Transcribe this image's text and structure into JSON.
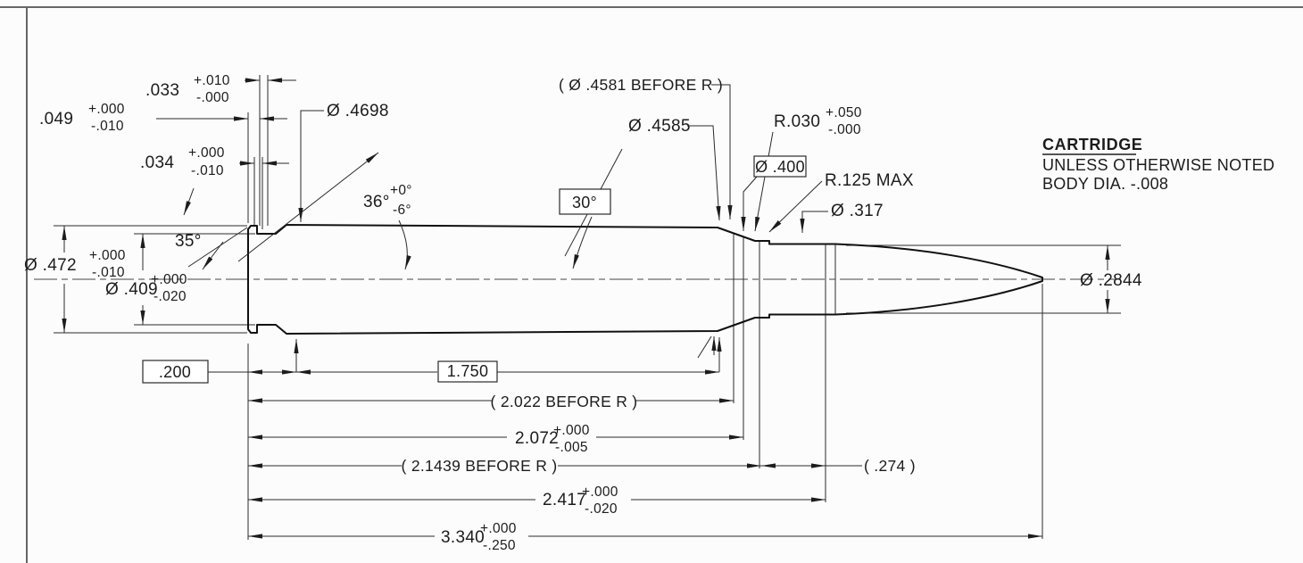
{
  "title_block": {
    "title": "CARTRIDGE",
    "note1": "UNLESS OTHERWISE NOTED",
    "note2": "BODY DIA. -.008"
  },
  "dims": {
    "rim_thickness": {
      "main": ".033",
      "plus": "+.010",
      "minus": "-.000"
    },
    "head_to_groove": {
      "main": ".049",
      "plus": "+.000",
      "minus": "-.010"
    },
    "groove_width": {
      "main": ".034",
      "plus": "+.000",
      "minus": "-.010"
    },
    "body_dia": {
      "main": "Ø .4698"
    },
    "shoulder_dia_before_r": {
      "main": "( Ø .4581 BEFORE R )"
    },
    "shoulder_dia": {
      "main": "Ø .4585"
    },
    "neck_radius": {
      "main": "R.030",
      "plus": "+.050",
      "minus": "-.000"
    },
    "datum_dia": {
      "main": "Ø .400"
    },
    "mouth_radius_max": {
      "main": "R.125 MAX"
    },
    "neck_dia": {
      "main": "Ø .317"
    },
    "bevel_angle": {
      "main": "36°",
      "plus": "+0°",
      "minus": "-6°"
    },
    "shoulder_angle": {
      "main": "30°"
    },
    "extractor_angle": {
      "main": "35°"
    },
    "rim_dia": {
      "main": "Ø .472",
      "plus": "+.000",
      "minus": "-.010"
    },
    "groove_dia": {
      "main": "Ø .409",
      "plus": "+.000",
      "minus": "-.020"
    },
    "bullet_dia": {
      "main": "Ø .2844"
    },
    "head_len": {
      "main": ".200"
    },
    "body_len": {
      "main": "1.750"
    },
    "len_before_r": {
      "main": "( 2.022 BEFORE R )"
    },
    "case_len": {
      "main": "2.072",
      "plus": "+.000",
      "minus": "-.005"
    },
    "len_before_r2": {
      "main": "( 2.1439 BEFORE R )"
    },
    "neck_len_ref": {
      "main": "( .274 )"
    },
    "len_to_cyl": {
      "main": "2.417",
      "plus": "+.000",
      "minus": "-.020"
    },
    "overall_len": {
      "main": "3.340",
      "plus": "+.000",
      "minus": "-.250"
    }
  }
}
